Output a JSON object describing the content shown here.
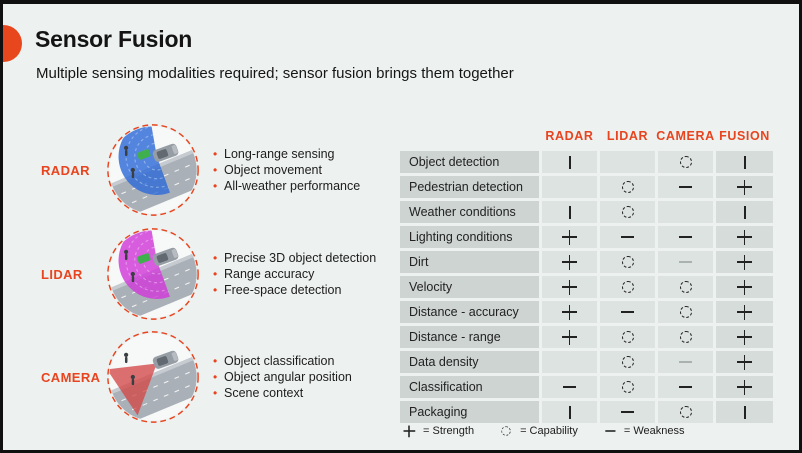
{
  "slide": {
    "title": "Sensor Fusion",
    "subtitle": "Multiple sensing modalities required; sensor fusion brings them together"
  },
  "sensors": [
    {
      "name": "RADAR",
      "cone_color": "#2f6bd8",
      "kind": "radar",
      "bullets": [
        "Long-range sensing",
        "Object movement",
        "All-weather performance"
      ]
    },
    {
      "name": "LIDAR",
      "cone_color": "#cf3bd8",
      "kind": "lidar",
      "bullets": [
        "Precise 3D object detection",
        "Range accuracy",
        "Free-space detection"
      ]
    },
    {
      "name": "CAMERA",
      "cone_color": "#d44848",
      "kind": "camera",
      "bullets": [
        "Object classification",
        "Object angular position",
        "Scene context"
      ]
    }
  ],
  "table": {
    "columns": [
      "RADAR",
      "LIDAR",
      "CAMERA",
      "FUSION"
    ],
    "rows": [
      {
        "label": "Object detection",
        "values": [
          "|",
          "",
          "O",
          "|"
        ]
      },
      {
        "label": "Pedestrian detection",
        "values": [
          "",
          "O",
          "—",
          "+"
        ]
      },
      {
        "label": "Weather conditions",
        "values": [
          "|",
          "O",
          "",
          "|"
        ]
      },
      {
        "label": "Lighting conditions",
        "values": [
          "+",
          "—",
          "—",
          "+"
        ]
      },
      {
        "label": "Dirt",
        "values": [
          "+",
          "O",
          "—*",
          "+"
        ]
      },
      {
        "label": "Velocity",
        "values": [
          "+",
          "O",
          "O",
          "+"
        ]
      },
      {
        "label": "Distance - accuracy",
        "values": [
          "+",
          "—",
          "O",
          "+"
        ]
      },
      {
        "label": "Distance - range",
        "values": [
          "+",
          "O",
          "O",
          "+"
        ]
      },
      {
        "label": "Data density",
        "values": [
          "",
          "O",
          "—*",
          "+"
        ]
      },
      {
        "label": "Classification",
        "values": [
          "—",
          "O",
          "—",
          "+"
        ]
      },
      {
        "label": "Packaging",
        "values": [
          "|",
          "—",
          "O",
          "|"
        ]
      }
    ],
    "legend": [
      {
        "symbol": "+",
        "label": "= Strength"
      },
      {
        "symbol": "O",
        "label": "= Capability"
      },
      {
        "symbol": "—",
        "label": "= Weakness"
      }
    ]
  },
  "colors": {
    "background": "#edf1ef",
    "accent": "#e8441f",
    "label_cell": "#cdd4d1",
    "value_cell": "#dde3e0",
    "fusion_cell": "#d5dcd9",
    "ink": "#1c1c1c",
    "muted_symbol": "#a9b2af"
  }
}
